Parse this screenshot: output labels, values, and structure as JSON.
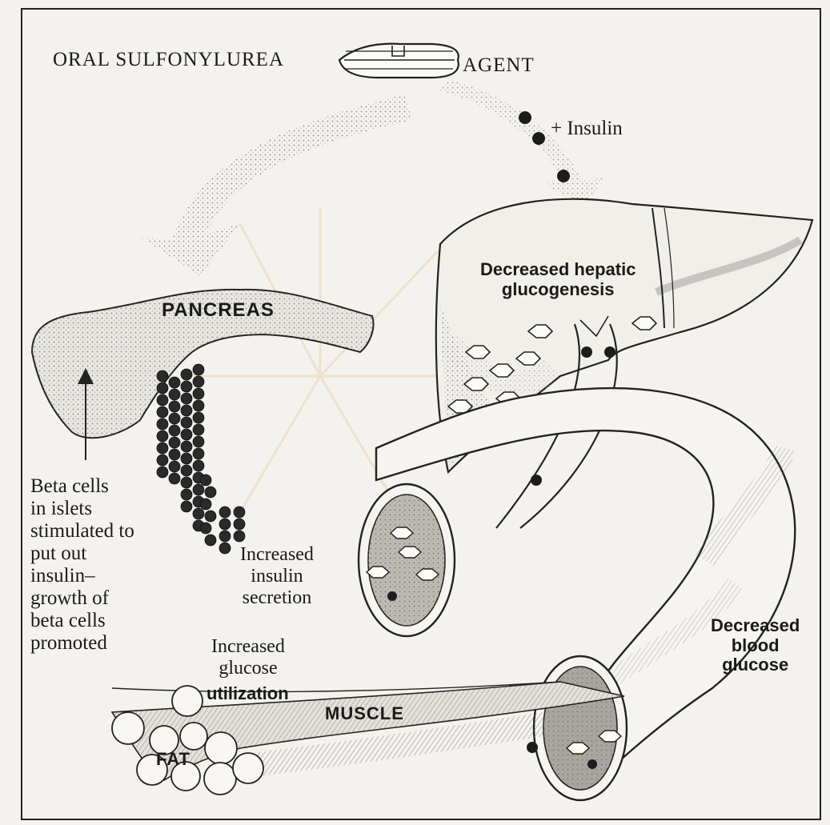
{
  "diagram": {
    "drug_label_left": "ORAL SULFONYLUREA",
    "drug_label_right": "AGENT",
    "insulin_label": "+ Insulin",
    "liver_label": "Decreased hepatic\nglucogenesis",
    "pancreas_label": "PANCREAS",
    "beta_cells_label": "Beta cells\nin islets\nstimulated to\nput out\ninsulin–\ngrowth of\nbeta cells\npromoted",
    "insulin_secretion_label": "Increased\ninsulin\nsecretion",
    "blood_glucose_label": "Decreased\nblood\nglucose",
    "utilization_label_top": "Increased\nglucose",
    "utilization_label_bold": "utilization",
    "muscle_label": "MUSCLE",
    "fat_label": "FAT"
  }
}
